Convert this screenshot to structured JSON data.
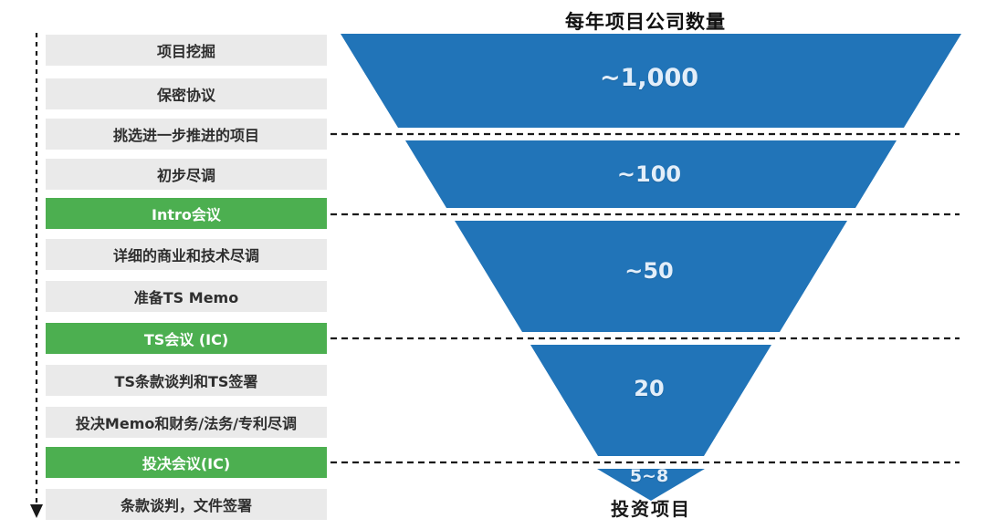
{
  "chart_data": {
    "type": "funnel",
    "title": "每年项目公司数量",
    "stages": [
      {
        "label": "~1,000",
        "value": 1000,
        "approx": true
      },
      {
        "label": "~100",
        "value": 100,
        "approx": true
      },
      {
        "label": "~50",
        "value": 50,
        "approx": true
      },
      {
        "label": "20",
        "value": 20,
        "approx": false
      },
      {
        "label": "5~8",
        "value_min": 5,
        "value_max": 8
      }
    ],
    "outcome_label": "投资项目",
    "legend": "none",
    "orientation": "inverted-triangle",
    "colors": {
      "funnel_fill": "#2174B8",
      "stage_label_text": "#E3EEF9",
      "milestone_green": "#4CAF50",
      "step_gray": "#EAEAEA",
      "dashed_line": "#1a1a1a"
    }
  },
  "process": {
    "steps": [
      {
        "label": "项目挖掘",
        "milestone": false
      },
      {
        "label": "保密协议",
        "milestone": false
      },
      {
        "label": "挑选进一步推进的项目",
        "milestone": false
      },
      {
        "label": "初步尽调",
        "milestone": false
      },
      {
        "label": "Intro会议",
        "milestone": true
      },
      {
        "label": "详细的商业和技术尽调",
        "milestone": false
      },
      {
        "label": "准备TS Memo",
        "milestone": false
      },
      {
        "label": "TS会议 (IC)",
        "milestone": true
      },
      {
        "label": "TS条款谈判和TS签署",
        "milestone": false
      },
      {
        "label": "投决Memo和财务/法务/专利尽调",
        "milestone": false
      },
      {
        "label": "投决会议(IC)",
        "milestone": true
      },
      {
        "label": "条款谈判，文件签署",
        "milestone": false
      }
    ],
    "connected_step_indices": [
      2,
      4,
      7,
      10
    ]
  }
}
